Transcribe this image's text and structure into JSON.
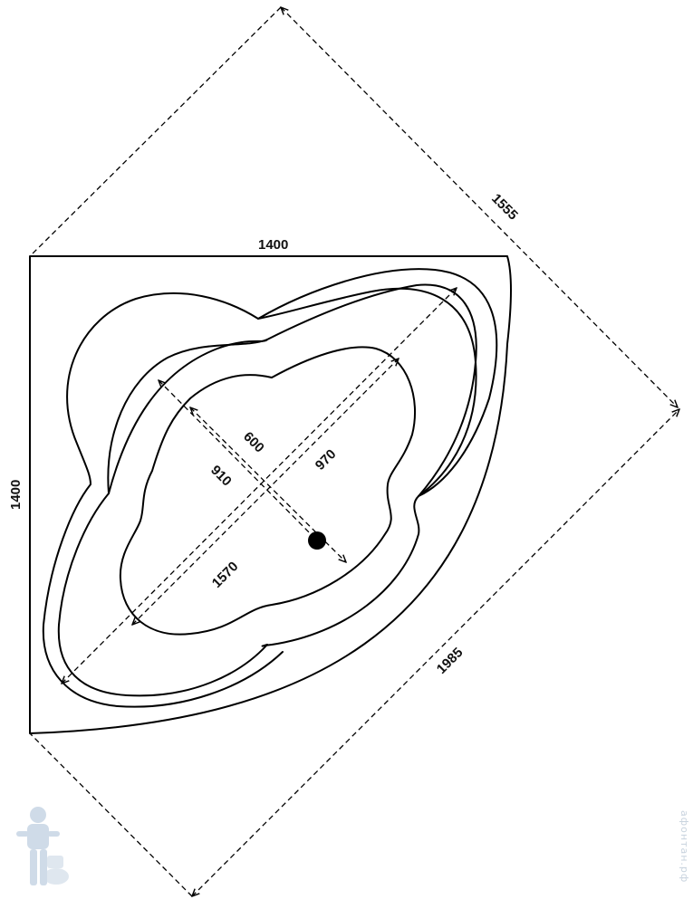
{
  "dimensions": {
    "top_width": "1400",
    "left_height": "1400",
    "diagonal_outer": "1555",
    "diagonal_inner": "1985",
    "inner_long": "1570",
    "inner_short_a": "600",
    "inner_short_b": "910",
    "inner_short_c": "970"
  },
  "drain_color": "#000000",
  "line_color": "#000000",
  "watermark": {
    "icon": "plumber-mascot-icon",
    "text": "афонтан.рф"
  }
}
